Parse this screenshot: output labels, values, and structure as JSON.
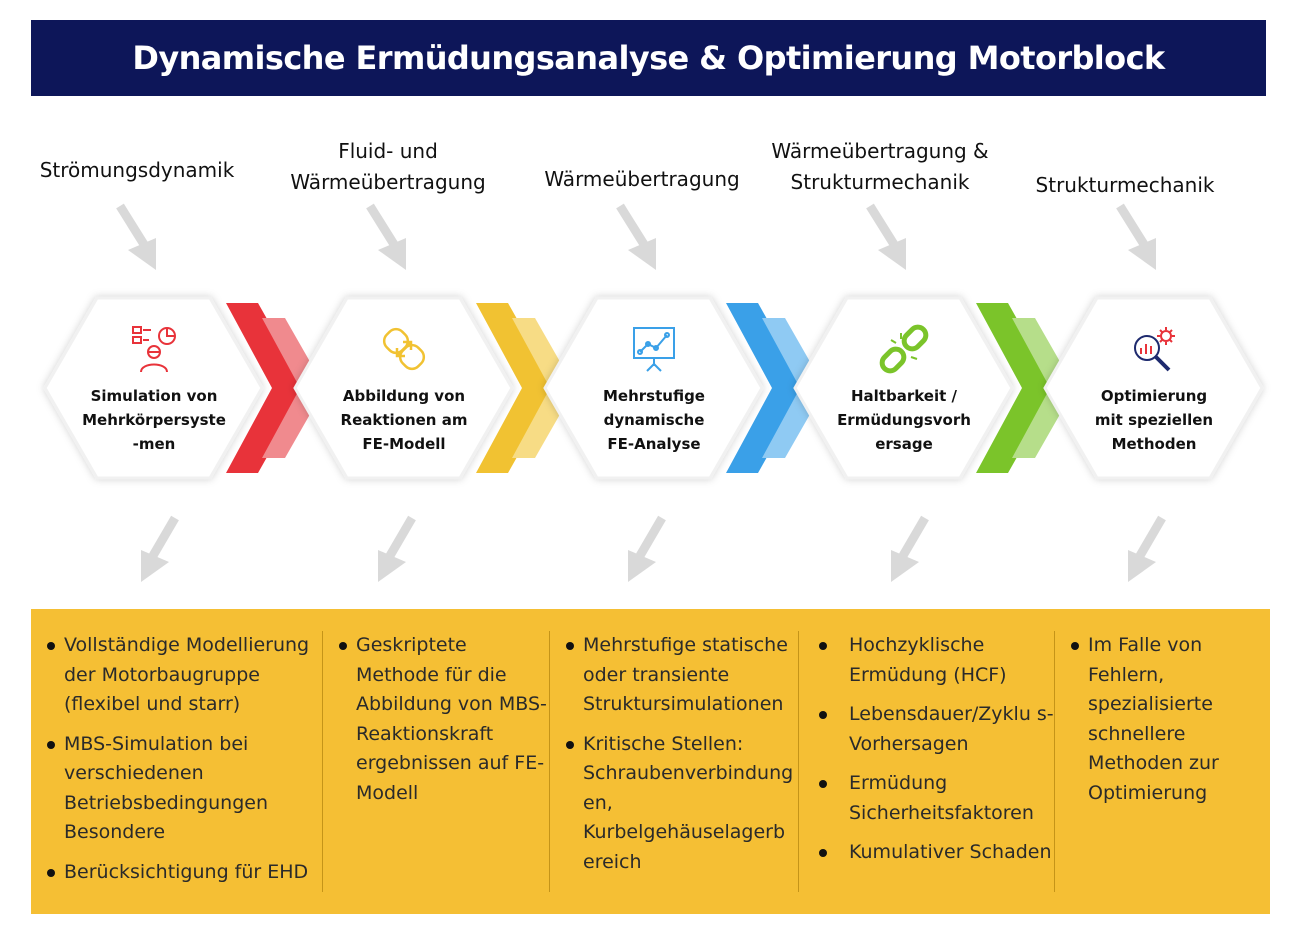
{
  "title": "Dynamische Ermüdungsanalyse & Optimierung Motorblock",
  "colors": {
    "title_bg": "#0d1659",
    "panel_bg": "#f5bf34",
    "arrow_gray": "#d9d9d9",
    "chevrons": [
      "#e8333a",
      "#f1c232",
      "#3aa0e8",
      "#7bc42a"
    ]
  },
  "top_labels": [
    "Strömungsdynamik",
    "Fluid- und Wärmeübertragung",
    "Wärmeübertragung",
    "Wärmeübertragung & Strukturmechanik",
    "Strukturmechanik"
  ],
  "steps": [
    {
      "icon": "simulation-person-chart-icon",
      "color": "#e8333a",
      "line1": "Simulation von",
      "line2": "Mehrkörpersyste",
      "line3": "-men"
    },
    {
      "icon": "link-arrows-icon",
      "color": "#f1c232",
      "line1": "Abbildung von",
      "line2": "Reaktionen am",
      "line3": "FE-Modell"
    },
    {
      "icon": "presentation-graph-icon",
      "color": "#3aa0e8",
      "line1": "Mehrstufige",
      "line2": "dynamische",
      "line3": "FE-Analyse"
    },
    {
      "icon": "broken-chain-icon",
      "color": "#7bc42a",
      "line1": "Haltbarkeit /",
      "line2": "Ermüdungsvorh",
      "line3": "ersage"
    },
    {
      "icon": "gear-magnifier-icon",
      "color": "#1e2a6e",
      "line1": "Optimierung",
      "line2": "mit speziellen",
      "line3": "Methoden"
    }
  ],
  "columns": [
    {
      "items": [
        "Vollständige Modellierung der Motorbaugruppe (flexibel und starr)",
        "MBS-Simulation bei verschiedenen Betriebsbedingungen Besondere",
        "Berücksichtigung für EHD"
      ]
    },
    {
      "items": [
        "Geskriptete Methode für die Abbildung von MBS-Reaktionskraft ergebnissen auf FE-Modell"
      ]
    },
    {
      "items": [
        "Mehrstufige statische oder transiente Struktursimulationen",
        "Kritische Stellen: Schraubenverbindung en, Kurbelgehäuselagerb ereich"
      ]
    },
    {
      "items": [
        "Hochzyklische Ermüdung (HCF)",
        "Lebensdauer/Zyklu s-Vorhersagen",
        "Ermüdung Sicherheitsfaktoren",
        "Kumulativer Schaden"
      ]
    },
    {
      "items": [
        "Im Falle von Fehlern, spezialisierte schnellere Methoden zur Optimierung"
      ]
    }
  ]
}
